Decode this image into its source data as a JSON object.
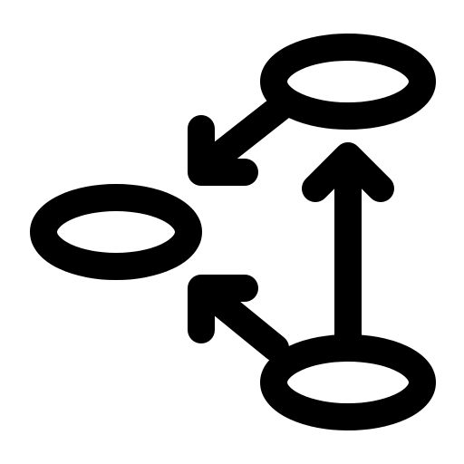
{
  "icon": {
    "name": "flow-diagram-icon",
    "description_visible_text": "",
    "stroke_color": "#000000",
    "fill_color": "#ffffff",
    "nodes": [
      {
        "name": "node-top-right"
      },
      {
        "name": "node-left"
      },
      {
        "name": "node-bottom-right"
      }
    ],
    "arrows": [
      {
        "name": "arrow-top-right-to-left"
      },
      {
        "name": "arrow-bottom-right-to-top-right"
      },
      {
        "name": "arrow-bottom-right-to-left"
      }
    ]
  }
}
